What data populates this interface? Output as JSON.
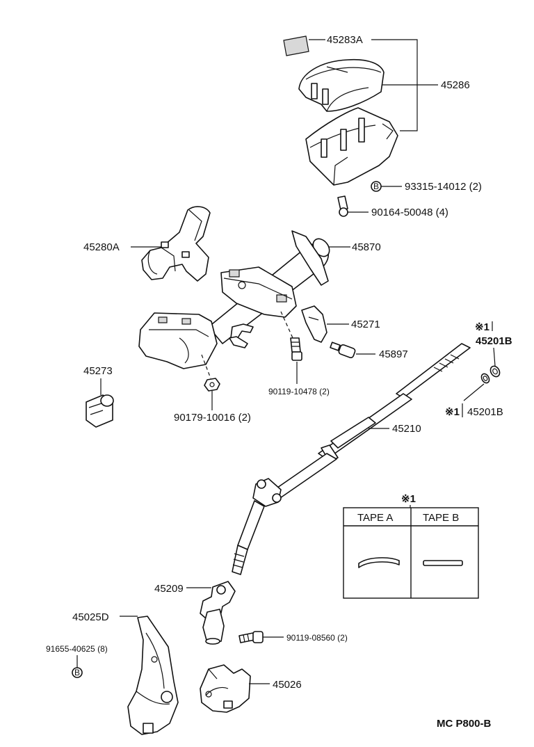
{
  "labels": {
    "p45283a": "45283A",
    "p45286": "45286",
    "p93315": "93315-14012 (2)",
    "p90164": "90164-50048 (4)",
    "p45280a": "45280A",
    "p45870": "45870",
    "p45271": "45271",
    "p45897": "45897",
    "p90119a": "90119-10478 (2)",
    "p45273": "45273",
    "p90179": "90179-10016 (2)",
    "p45201b_top": "45201B",
    "p45201b_bot": "45201B",
    "p45210": "45210",
    "p45209": "45209",
    "p45025d": "45025D",
    "p91655": "91655-40625 (8)",
    "p90119b": "90119-08560 (2)",
    "p45026": "45026",
    "ref_mark_1": "※1",
    "ref_mark_2": "※1",
    "ref_mark_3": "※1",
    "circled_b1": "B",
    "circled_b2": "B",
    "footer_code": "MC  P800-B"
  },
  "tape_table": {
    "columns": [
      "TAPE A",
      "TAPE B"
    ]
  }
}
